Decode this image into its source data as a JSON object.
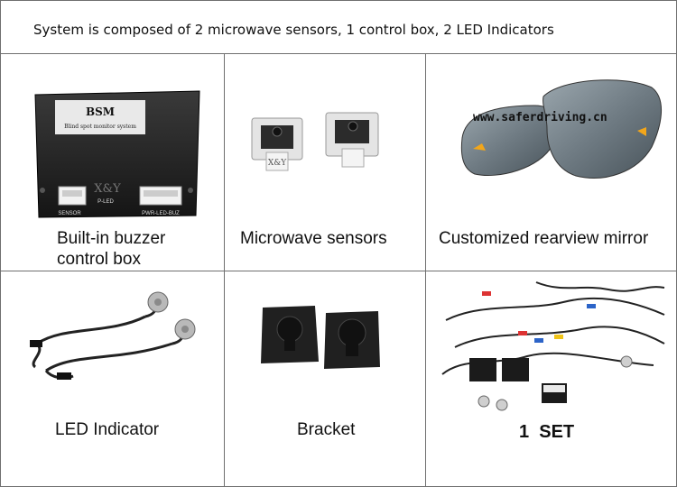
{
  "header": {
    "text": "System is composed of 2 microwave sensors, 1 control box, 2 LED Indicators"
  },
  "cells": {
    "control_box": {
      "caption_line1": "Built-in buzzer",
      "caption_line2": "control box",
      "box_title": "BSM",
      "box_subtitle": "Blind spot monitor system",
      "port_labels": [
        "SENSOR",
        "P-LED",
        "PWR-LED-BUZ"
      ],
      "watermark": "X&Y"
    },
    "sensors": {
      "caption": "Microwave sensors",
      "watermark": "X&Y"
    },
    "mirror": {
      "caption": "Customized rearview mirror",
      "url": "www.saferdriving.cn"
    },
    "led": {
      "caption": "LED Indicator"
    },
    "bracket": {
      "caption": "Bracket"
    },
    "set": {
      "caption": "1  SET"
    }
  }
}
